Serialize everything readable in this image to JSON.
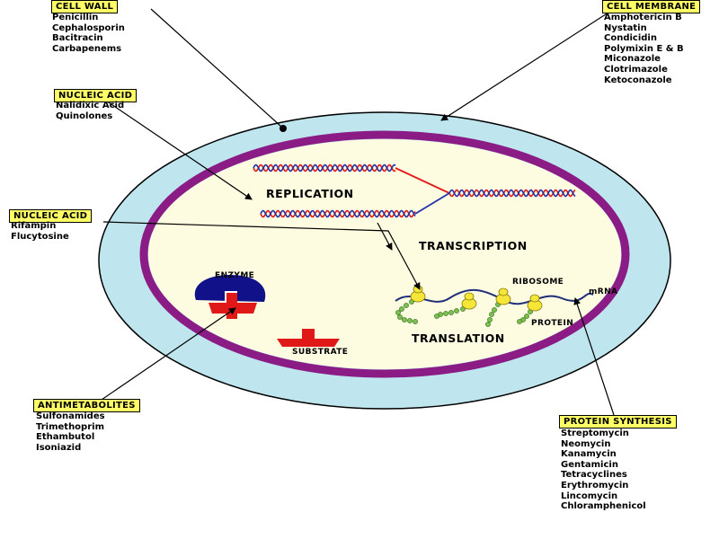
{
  "groups": {
    "cell_wall": {
      "title": "CELL WALL",
      "drugs": [
        "Penicillin",
        "Cephalosporin",
        "Bacitracin",
        "Carbapenems"
      ]
    },
    "cell_membrane": {
      "title": "CELL MEMBRANE",
      "drugs": [
        "Amphotericin B",
        "Nystatin",
        "Condicidin",
        "Polymixin E & B",
        "Miconazole",
        "Clotrimazole",
        "Ketoconazole"
      ]
    },
    "nucleic_acid_replication": {
      "title": "NUCLEIC ACID",
      "drugs": [
        "Nalidixic Acid",
        "Quinolones"
      ]
    },
    "nucleic_acid_transcription": {
      "title": "NUCLEIC ACID",
      "drugs": [
        "Rifampin",
        "Flucytosine"
      ]
    },
    "antimetabolites": {
      "title": "ANTIMETABOLITES",
      "drugs": [
        "Sulfonamides",
        "Trimethoprim",
        "Ethambutol",
        "Isoniazid"
      ]
    },
    "protein_synthesis": {
      "title": "PROTEIN SYNTHESIS",
      "drugs": [
        "Streptomycin",
        "Neomycin",
        "Kanamycin",
        "Gentamicin",
        "Tetracyclines",
        "Erythromycin",
        "Lincomycin",
        "Chloramphenicol"
      ]
    }
  },
  "stages": {
    "replication": "REPLICATION",
    "transcription": "TRANSCRIPTION",
    "translation": "TRANSLATION",
    "enzyme": "ENZYME",
    "substrate": "SUBSTRATE",
    "ribosome": "RIBOSOME",
    "mrna": "mRNA",
    "protein": "PROTEIN"
  },
  "colors": {
    "cell_wall": "#bfe6ee",
    "membrane": "#8b1c86",
    "cytoplasm": "#fdfbe0",
    "dna_red": "#e11b1b",
    "dna_blue": "#2233aa",
    "mrna": "#1f2f7a",
    "ribosome": "#f5e637",
    "protein": "#7ec04d",
    "enzyme": "#11118a",
    "substrate": "#e01818",
    "label_bg": "#ffff66"
  }
}
